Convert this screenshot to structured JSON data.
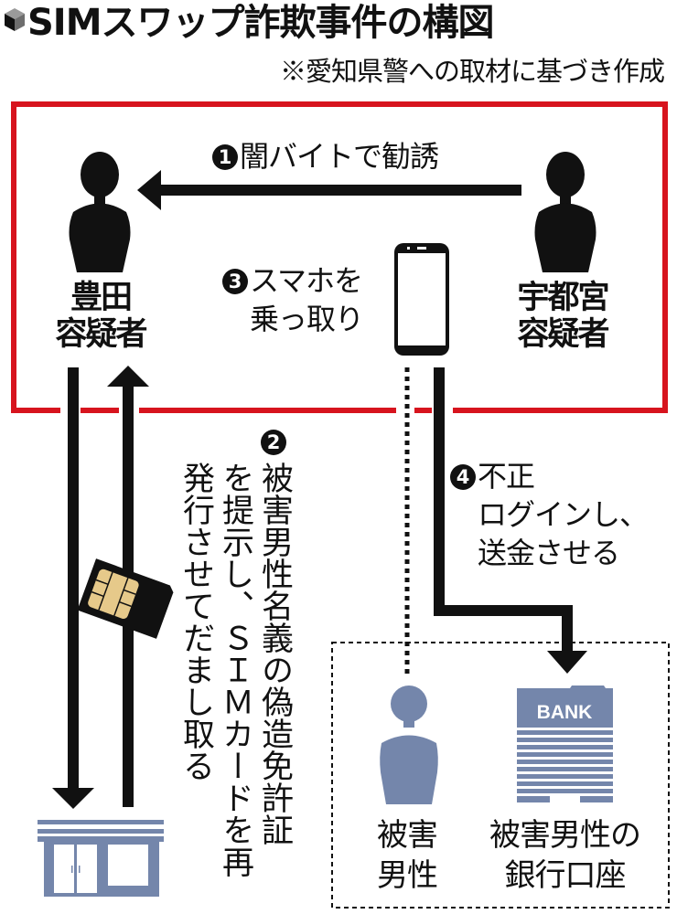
{
  "header": {
    "title": "SIMスワップ詐欺事件の構図",
    "title_icon": "cube-icon",
    "subtitle": "※愛知県警への取材に基づき作成"
  },
  "colors": {
    "frame_red": "#d7141e",
    "ink": "#111111",
    "icon_blue": "#7486ab",
    "sim_gold": "#e6c98a"
  },
  "actors": {
    "toyota": {
      "line1": "豊田",
      "line2": "容疑者",
      "icon": "person-icon"
    },
    "utsunomiya": {
      "line1": "宇都宮",
      "line2": "容疑者",
      "icon": "person-icon"
    },
    "victim": {
      "line1": "被害",
      "line2": "男性",
      "icon": "person-icon"
    },
    "bank": {
      "sign": "BANK",
      "line1": "被害男性の",
      "line2": "銀行口座",
      "icon": "bank-building-icon"
    },
    "shop": {
      "icon": "store-icon"
    }
  },
  "steps": {
    "step1": {
      "number": "1",
      "text": "闇バイトで勧誘"
    },
    "step2": {
      "number": "2",
      "lines": [
        "被害男性名義の偽造免許証",
        "を提示し、ＳＩＭカードを再",
        "発行させてだまし取る"
      ]
    },
    "step3": {
      "number": "3",
      "line1": "スマホを",
      "line2": "乗っ取り"
    },
    "step4": {
      "number": "4",
      "line1": "不正",
      "line2": "ログインし、",
      "line3": "送金させる"
    }
  }
}
